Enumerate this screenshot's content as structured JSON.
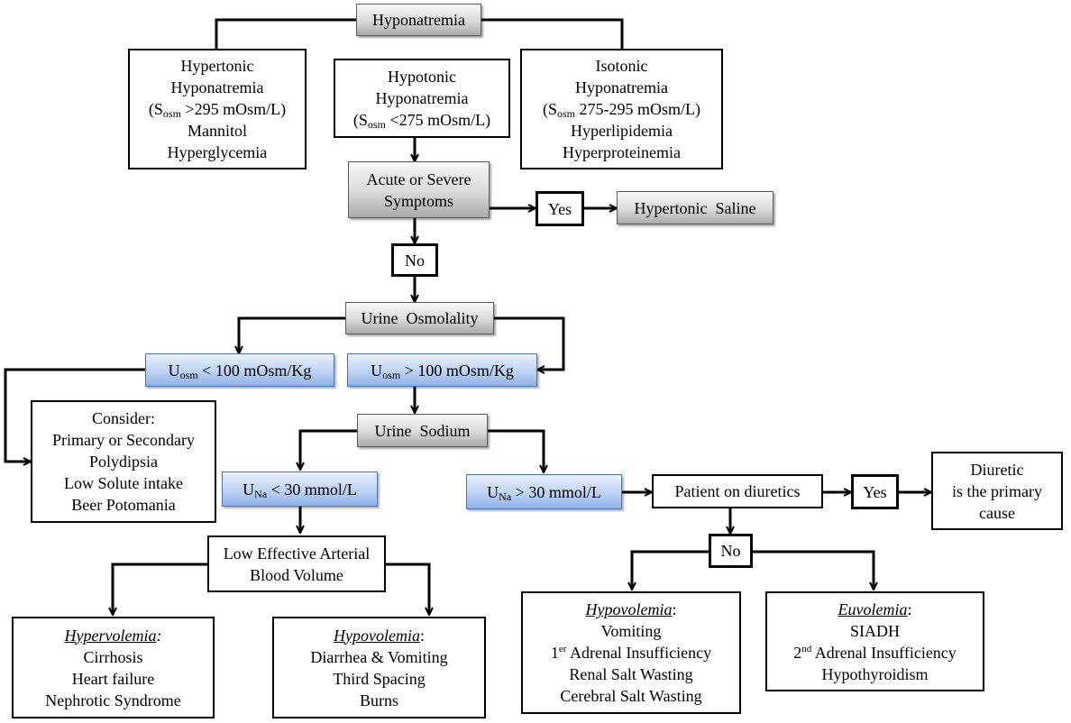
{
  "nodes": {
    "hyponatremia": "Hyponatremia",
    "hypertonic": {
      "l1": "Hypertonic",
      "l2": "Hyponatremia",
      "sosm_open": "(S",
      "sosm_sub": "osm",
      "sosm_rest": " >295 mOsm/L)",
      "l4": "Mannitol",
      "l5": "Hyperglycemia"
    },
    "hypotonic": {
      "l1": "Hypotonic",
      "l2": "Hyponatremia",
      "sosm_open": "(S",
      "sosm_sub": "osm",
      "sosm_rest": " <275 mOsm/L)"
    },
    "isotonic": {
      "l1": "Isotonic",
      "l2": "Hyponatremia",
      "sosm_open": "(S",
      "sosm_sub": "osm",
      "sosm_rest": " 275-295 mOsm/L)",
      "l4": "Hyperlipidemia",
      "l5": "Hyperproteinemia"
    },
    "acute": {
      "l1": "Acute or Severe",
      "l2": "Symptoms"
    },
    "yes1": "Yes",
    "hypertonic_saline": "Hypertonic  Saline",
    "no1": "No",
    "urine_osmolality": "Urine  Osmolality",
    "uosm_low": {
      "pre": "U",
      "sub": "osm",
      "rest": " < 100 mOsm/Kg"
    },
    "uosm_high": {
      "pre": "U",
      "sub": "osm",
      "rest": " > 100 mOsm/Kg"
    },
    "consider": {
      "l1": "Consider:",
      "l2": "Primary or Secondary",
      "l3": "Polydipsia",
      "l4": "Low Solute intake",
      "l5": "Beer Potomania"
    },
    "urine_sodium": "Urine  Sodium",
    "una_low": {
      "pre": "U",
      "sub": "Na",
      "rest": " < 30 mmol/L"
    },
    "una_high": {
      "pre": "U",
      "sub": "Na",
      "rest": " > 30 mmol/L"
    },
    "diuretics": "Patient on diuretics",
    "yes2": "Yes",
    "diuretic_cause": {
      "l1": "Diuretic",
      "l2": "is the primary",
      "l3": "cause"
    },
    "no2": "No",
    "leabv": {
      "l1": "Low Effective Arterial",
      "l2": "Blood Volume"
    },
    "hypervolemia": {
      "head": "Hypervolemia",
      "colon": ":",
      "l2": "Cirrhosis",
      "l3": "Heart failure",
      "l4": "Nephrotic Syndrome"
    },
    "hypovolemia_left": {
      "head": "Hypovolemia",
      "colon": ":",
      "l2": "Diarrhea & Vomiting",
      "l3": "Third Spacing",
      "l4": "Burns"
    },
    "hypovolemia_right": {
      "head": "Hypovolemia",
      "colon": ":",
      "l2": "Vomiting",
      "l3_pre": "1",
      "l3_sup": "er",
      "l3_rest": " Adrenal Insufficiency",
      "l4": "Renal Salt Wasting",
      "l5": "Cerebral Salt Wasting"
    },
    "euvolemia": {
      "head": "Euvolemia",
      "colon": ":",
      "l2": "SIADH",
      "l3_pre": "2",
      "l3_sup": "nd",
      "l3_rest": " Adrenal Insufficiency",
      "l4": "Hypothyroidism"
    }
  },
  "colors": {
    "gray_box": "#d9d9d9",
    "blue_box": "#bcd2f4",
    "line": "#000000"
  }
}
